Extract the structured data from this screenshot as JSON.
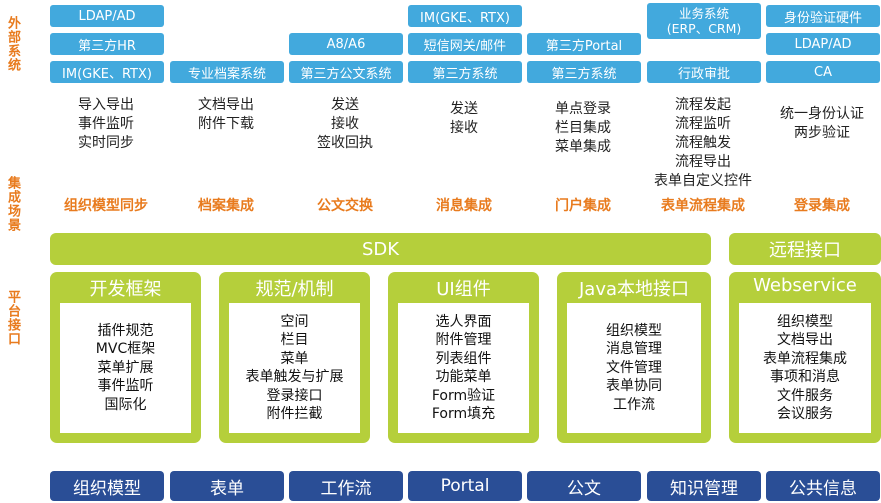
{
  "side_labels": {
    "external": "外部系统",
    "scenarios": "集成场景",
    "platform": "平台接口"
  },
  "columns": [
    {
      "systems": [
        "LDAP/AD",
        "第三方HR",
        "IM(GKE、RTX)"
      ],
      "features": [
        "导入导出",
        "事件监听",
        "实时同步"
      ],
      "scenario": "组织模型同步"
    },
    {
      "systems": [
        "专业档案系统"
      ],
      "features": [
        "文档导出",
        "附件下载"
      ],
      "scenario": "档案集成"
    },
    {
      "systems": [
        "A8/A6",
        "第三方公文系统"
      ],
      "features": [
        "发送",
        "接收",
        "签收回执"
      ],
      "scenario": "公文交换"
    },
    {
      "systems": [
        "IM(GKE、RTX)",
        "短信网关/邮件",
        "第三方系统"
      ],
      "features": [
        "发送",
        "接收"
      ],
      "scenario": "消息集成"
    },
    {
      "systems": [
        "第三方Portal",
        "第三方系统"
      ],
      "features": [
        "单点登录",
        "栏目集成",
        "菜单集成"
      ],
      "scenario": "门户集成"
    },
    {
      "systems": [
        "业务系统\n(ERP、CRM)",
        "行政审批"
      ],
      "features": [
        "流程发起",
        "流程监听",
        "流程触发",
        "流程导出",
        "表单自定义控件"
      ],
      "scenario": "表单流程集成"
    },
    {
      "systems": [
        "身份验证硬件",
        "LDAP/AD",
        "CA"
      ],
      "features": [
        "统一身份认证",
        "两步验证"
      ],
      "scenario": "登录集成"
    }
  ],
  "sdk": "SDK",
  "remote": "远程接口",
  "modules": [
    {
      "title": "开发框架",
      "items": [
        "插件规范",
        "MVC框架",
        "菜单扩展",
        "事件监听",
        "国际化"
      ]
    },
    {
      "title": "规范/机制",
      "items": [
        "空间",
        "栏目",
        "菜单",
        "表单触发与扩展",
        "登录接口",
        "附件拦截"
      ]
    },
    {
      "title": "UI组件",
      "items": [
        "选人界面",
        "附件管理",
        "列表组件",
        "功能菜单",
        "Form验证",
        "Form填充"
      ]
    },
    {
      "title": "Java本地接口",
      "items": [
        "组织模型",
        "消息管理",
        "文件管理",
        "表单协同",
        "工作流"
      ]
    },
    {
      "title": "Webservice",
      "items": [
        "组织模型",
        "文档导出",
        "表单流程集成",
        "事项和消息",
        "文件服务",
        "会议服务"
      ]
    }
  ],
  "bottom_nav": [
    "组织模型",
    "表单",
    "工作流",
    "Portal",
    "公文",
    "知识管理",
    "公共信息"
  ],
  "colors": {
    "pill_blue": "#42a9dd",
    "label_orange": "#e87b1e",
    "platform_green": "#b5cf3b",
    "nav_navy": "#2a4e96"
  }
}
